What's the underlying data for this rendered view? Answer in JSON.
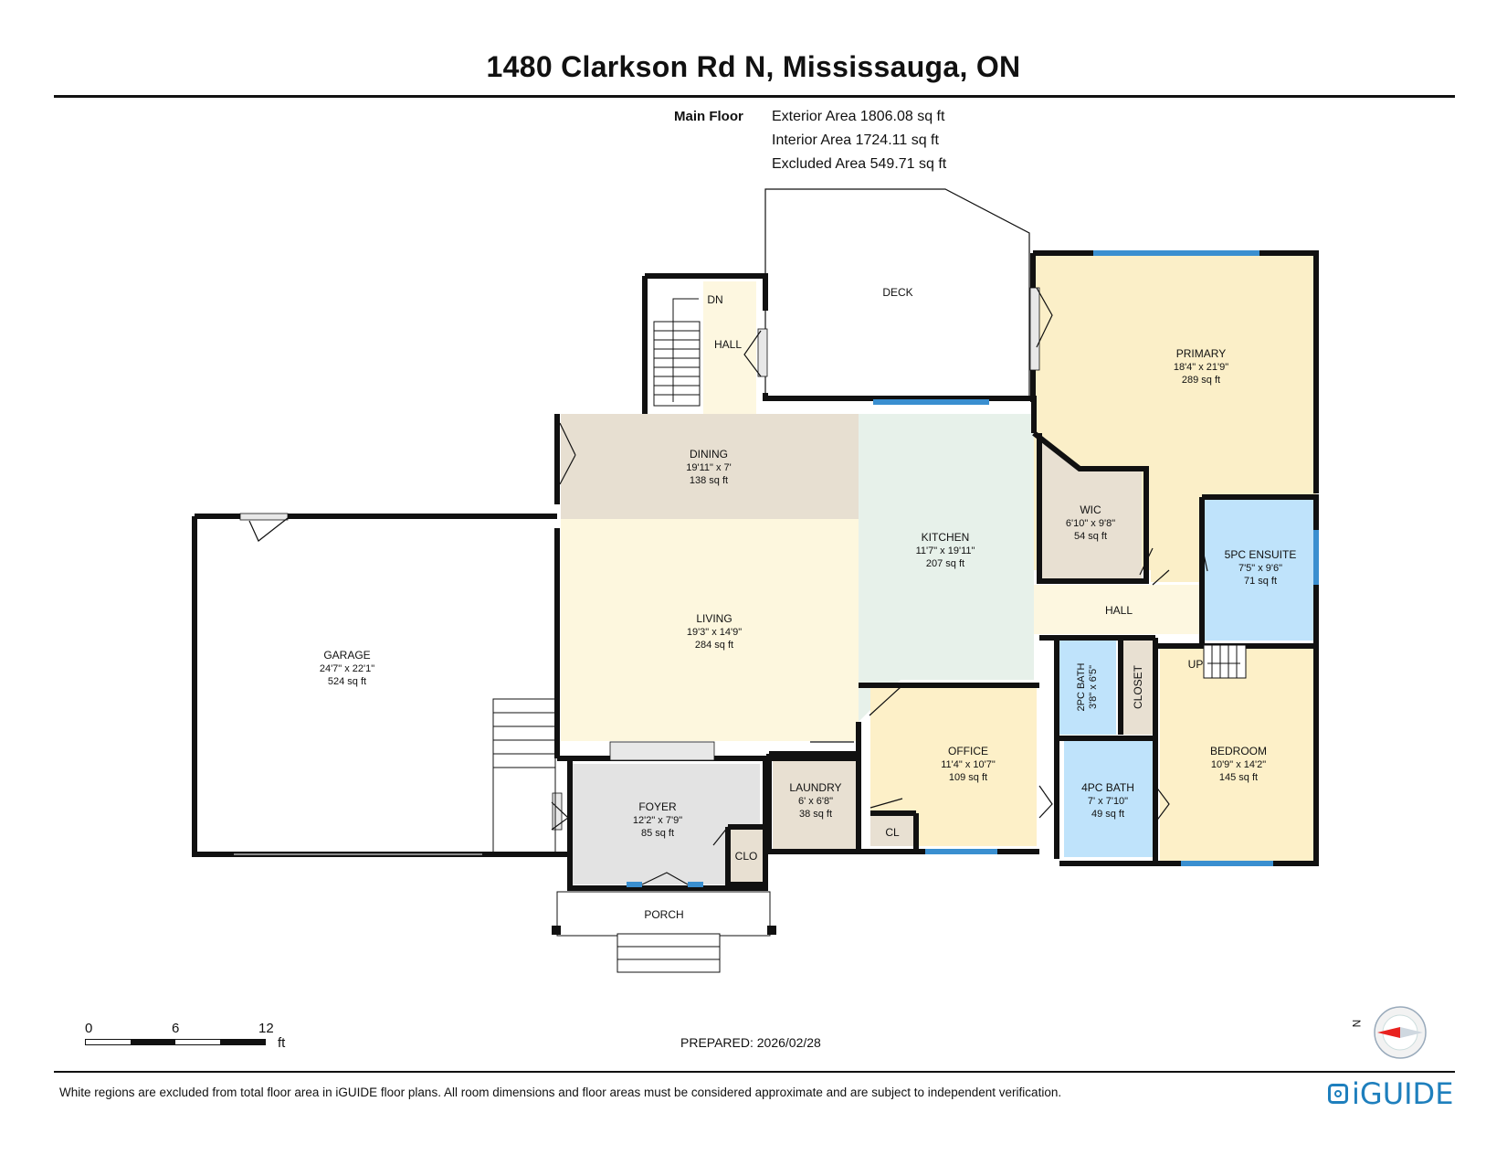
{
  "header": {
    "title": "1480 Clarkson Rd N, Mississauga, ON",
    "floor_label": "Main Floor",
    "exterior_area": "Exterior Area 1806.08 sq ft",
    "interior_area": "Interior Area 1724.11 sq ft",
    "excluded_area": "Excluded Area 549.71 sq ft"
  },
  "rooms": {
    "deck": {
      "name": "DECK"
    },
    "hall_top": {
      "name": "HALL"
    },
    "stairs_down": {
      "name": "DN"
    },
    "primary": {
      "name": "PRIMARY",
      "dims": "18'4\" x 21'9\"",
      "area": "289 sq ft"
    },
    "dining": {
      "name": "DINING",
      "dims": "19'11\" x 7'",
      "area": "138 sq ft"
    },
    "kitchen": {
      "name": "KITCHEN",
      "dims": "11'7\" x 19'11\"",
      "area": "207 sq ft"
    },
    "wic": {
      "name": "WIC",
      "dims": "6'10\" x 9'8\"",
      "area": "54 sq ft"
    },
    "ensuite": {
      "name": "5PC ENSUITE",
      "dims": "7'5\" x 9'6\"",
      "area": "71 sq ft"
    },
    "garage": {
      "name": "GARAGE",
      "dims": "24'7\" x 22'1\"",
      "area": "524 sq ft"
    },
    "living": {
      "name": "LIVING",
      "dims": "19'3\" x 14'9\"",
      "area": "284 sq ft"
    },
    "hall_right": {
      "name": "HALL"
    },
    "bath2": {
      "name": "2PC BATH",
      "dims": "3'8\" x 6'5\""
    },
    "closet": {
      "name": "CLOSET"
    },
    "stairs_up": {
      "name": "UP"
    },
    "office": {
      "name": "OFFICE",
      "dims": "11'4\" x 10'7\"",
      "area": "109 sq ft"
    },
    "bath4": {
      "name": "4PC BATH",
      "dims": "7' x 7'10\"",
      "area": "49 sq ft"
    },
    "bedroom": {
      "name": "BEDROOM",
      "dims": "10'9\" x 14'2\"",
      "area": "145 sq ft"
    },
    "foyer": {
      "name": "FOYER",
      "dims": "12'2\" x 7'9\"",
      "area": "85 sq ft"
    },
    "laundry": {
      "name": "LAUNDRY",
      "dims": "6' x 6'8\"",
      "area": "38 sq ft"
    },
    "cl": {
      "name": "CL"
    },
    "clo": {
      "name": "CLO"
    },
    "porch": {
      "name": "PORCH"
    }
  },
  "colors": {
    "primary": "#fbefc8",
    "dining": "#e7dfd1",
    "living": "#fdf7de",
    "kitchen": "#e7f1ea",
    "wic": "#e8e0d2",
    "ensuite": "#bfe3fb",
    "bath": "#bfe3fb",
    "office": "#fdf0c8",
    "bedroom": "#fdf0c8",
    "foyer": "#e3e3e3",
    "laundry": "#e8e0d2",
    "hall": "#fdf7e0",
    "window": "#3a8fd0",
    "wall": "#111111",
    "compass_arrow": "#e8221f"
  },
  "footer": {
    "scale_labels": [
      "0",
      "6",
      "12"
    ],
    "scale_unit": "ft",
    "prepared": "PREPARED: 2026/02/28",
    "disclaimer": "White regions are excluded from total floor area in iGUIDE floor plans. All room dimensions and floor areas must be considered approximate and are subject to independent verification.",
    "brand": "iGUIDE",
    "compass_label": "N"
  }
}
